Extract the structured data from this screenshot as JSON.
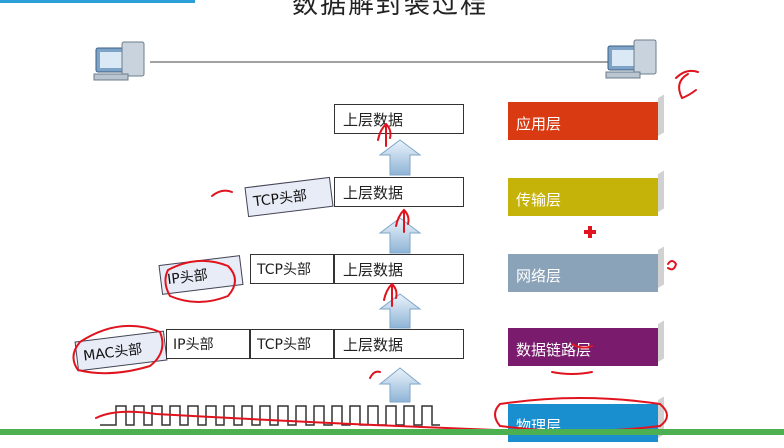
{
  "title": "数据解封装过程",
  "boxes": {
    "row1_data": "上层数据",
    "row2_tcp": "TCP头部",
    "row2_data": "上层数据",
    "row3_ip": "IP头部",
    "row3_tcp": "TCP头部",
    "row3_data": "上层数据",
    "row4_mac": "MAC头部",
    "row4_ip": "IP头部",
    "row4_tcp": "TCP头部",
    "row4_data": "上层数据"
  },
  "layers": [
    {
      "label": "应用层",
      "color": "#d93a12"
    },
    {
      "label": "传输层",
      "color": "#c6b30a"
    },
    {
      "label": "网络层",
      "color": "#8aa3b8"
    },
    {
      "label": "数据链路层",
      "color": "#7a1b6e"
    },
    {
      "label": "物理层",
      "color": "#1a8fd0"
    }
  ],
  "icons": [
    "computer-icon",
    "computer-icon",
    "up-arrow-icon"
  ],
  "annotation_color": "#e0141e"
}
